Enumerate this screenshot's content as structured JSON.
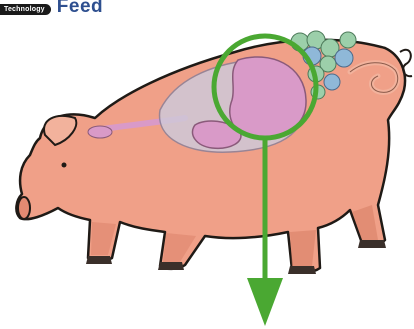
{
  "logo": {
    "badge_text": "Technology",
    "word_text": "Feed"
  },
  "colors": {
    "body": "#f0a088",
    "body_shadow": "#d98068",
    "outline": "#1f1a16",
    "stomach": "#d99ac8",
    "organ_overlay": "#cfc8d8",
    "intestines": "#9ccfaa",
    "intestines_blue": "#8fb8d8",
    "highlight_ring": "#4aa832",
    "arrow": "#4aa832",
    "logo_text": "#2e4f8f"
  },
  "icons": {
    "ring": "circle-highlight",
    "arrow": "down-arrow"
  }
}
